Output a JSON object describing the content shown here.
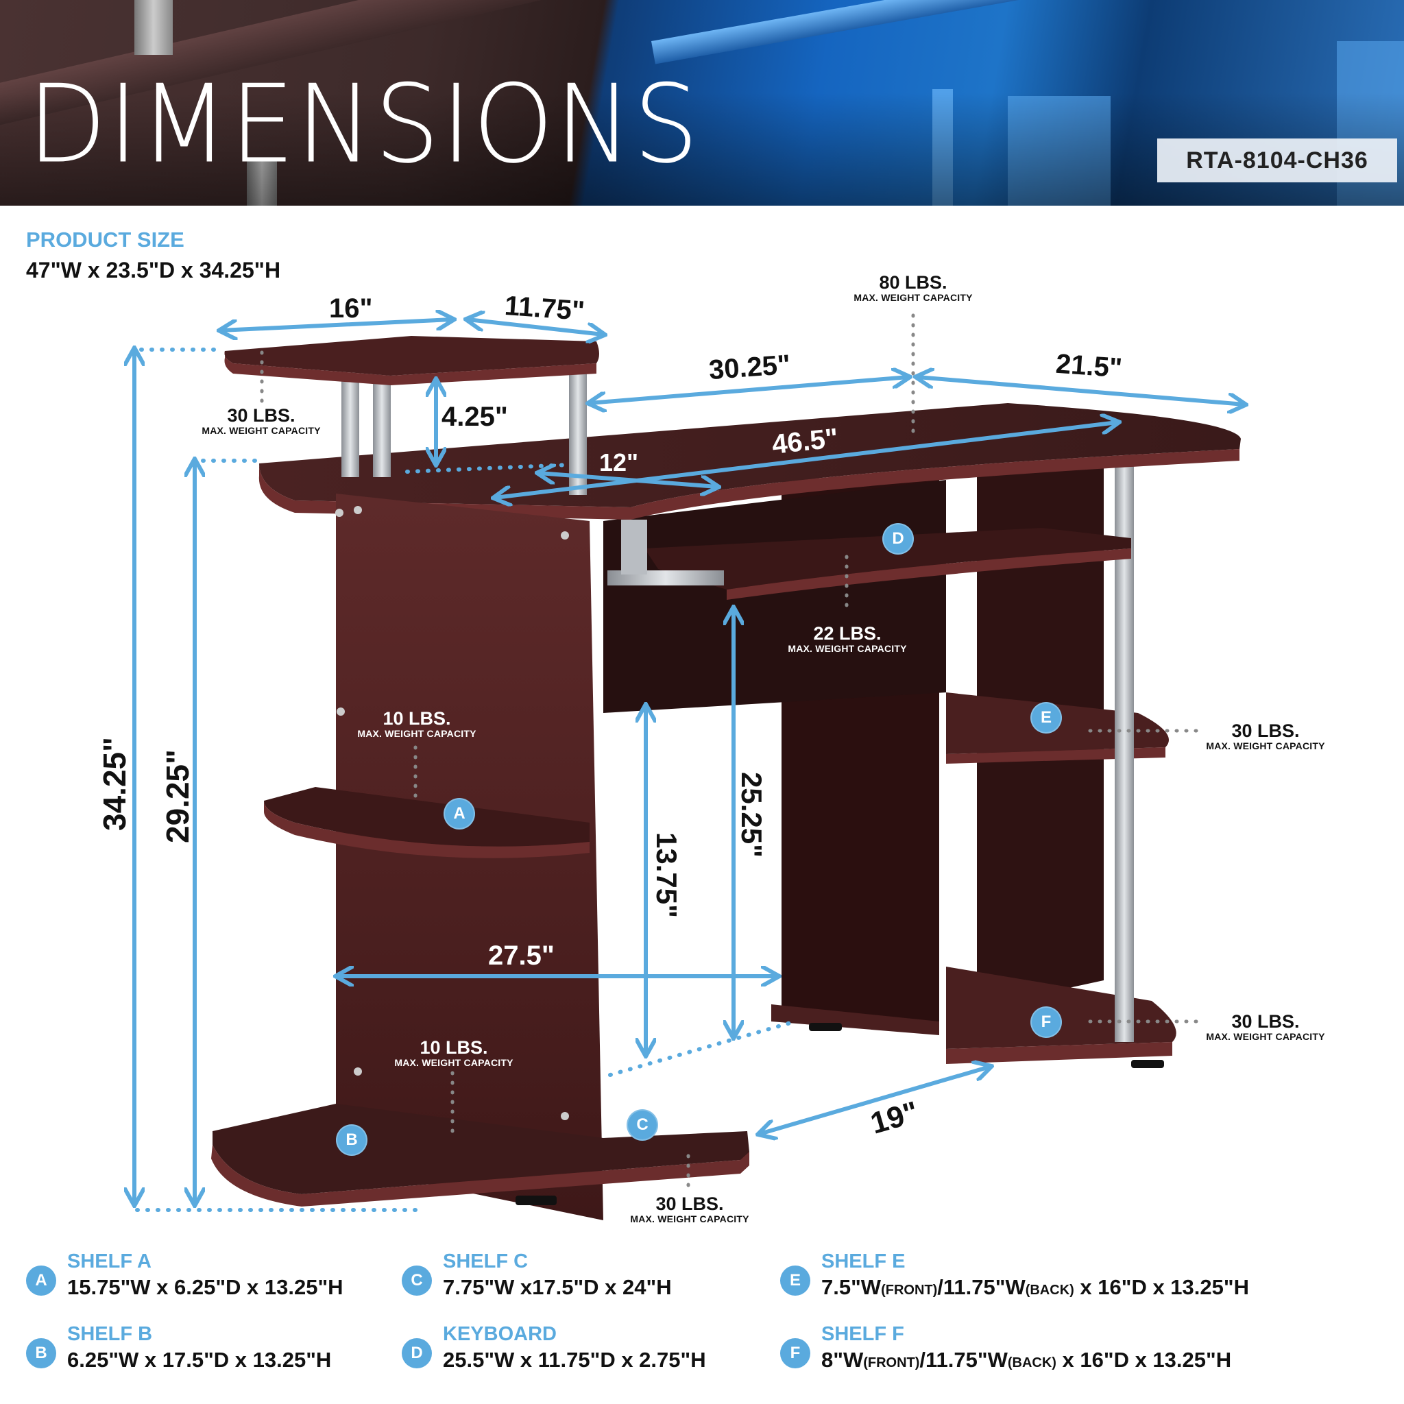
{
  "header": {
    "title": "DIMENSIONS",
    "sku": "RTA-8104-CH36"
  },
  "product_size": {
    "label": "PRODUCT SIZE",
    "value": "47\"W x 23.5\"D x 34.25\"H"
  },
  "colors": {
    "accent_blue": "#5aaade",
    "wood_dark": "#4a1e1e",
    "wood_mid": "#5c2626",
    "metal": "#b8bcc2",
    "text": "#111111"
  },
  "dimensions": {
    "riser_width": "16\"",
    "riser_depth": "11.75\"",
    "riser_height": "4.25\"",
    "desk_right_depth": "30.25\"",
    "desk_right_width": "21.5\"",
    "desktop_width": "46.5\"",
    "keyboard_clearance_depth": "12\"",
    "total_height": "34.25\"",
    "desk_height": "29.25\"",
    "knee_clearance_height": "25.25\"",
    "lower_clearance_height": "13.75\"",
    "knee_width": "27.5\"",
    "base_depth": "19\""
  },
  "capacities": {
    "max_label": "MAX. WEIGHT CAPACITY",
    "riser": "30 LBS.",
    "desktop": "80 LBS.",
    "keyboard": "22 LBS.",
    "shelf_a": "10 LBS.",
    "shelf_b": "10 LBS.",
    "shelf_c": "30 LBS.",
    "shelf_e": "30 LBS.",
    "shelf_f": "30 LBS."
  },
  "badges": {
    "a": "A",
    "b": "B",
    "c": "C",
    "d": "D",
    "e": "E",
    "f": "F"
  },
  "legend": [
    {
      "letter": "A",
      "title": "SHELF A",
      "desc": "15.75\"W x 6.25\"D x 13.25\"H"
    },
    {
      "letter": "B",
      "title": "SHELF B",
      "desc": "6.25\"W x 17.5\"D x 13.25\"H"
    },
    {
      "letter": "C",
      "title": "SHELF C",
      "desc": "7.75\"W x17.5\"D x 24\"H"
    },
    {
      "letter": "D",
      "title": "KEYBOARD",
      "desc": "25.5\"W x 11.75\"D x 2.75\"H"
    },
    {
      "letter": "E",
      "title": "SHELF E",
      "desc_parts": [
        "7.5\"W",
        "(FRONT)",
        "/11.75\"W",
        "(BACK)",
        " x 16\"D x 13.25\"H"
      ]
    },
    {
      "letter": "F",
      "title": "SHELF F",
      "desc_parts": [
        "8\"W",
        "(FRONT)",
        "/11.75\"W",
        "(BACK)",
        " x 16\"D x 13.25\"H"
      ]
    }
  ]
}
